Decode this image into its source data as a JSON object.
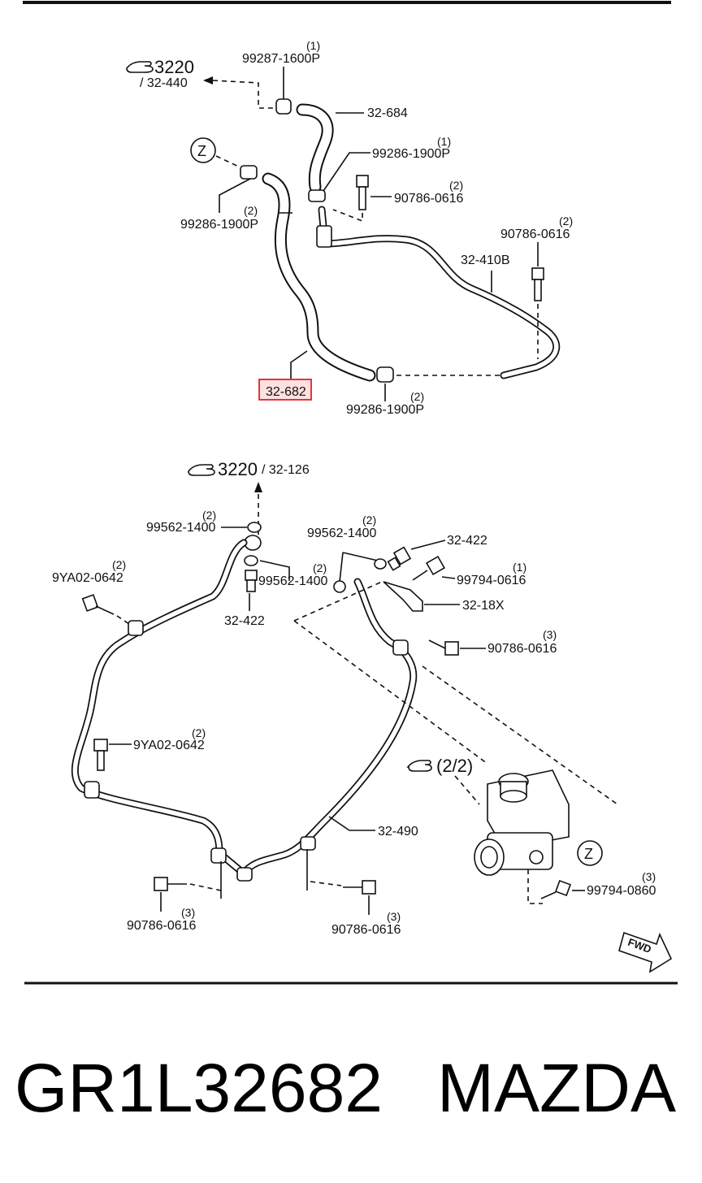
{
  "header_rule": true,
  "upper": {
    "ref_top": {
      "page": "3220",
      "part": "/ 32-440"
    },
    "part_32_684": "32-684",
    "clip_top": {
      "part": "99287-1600P",
      "qty": "(1)"
    },
    "clip_mid": {
      "part": "99286-1900P",
      "qty": "(1)"
    },
    "bolt_a": {
      "part": "90786-0616",
      "qty": "(2)"
    },
    "z_marker": "Z",
    "clip_left": {
      "part": "99286-1900P",
      "qty": "(2)"
    },
    "bolt_b": {
      "part": "90786-0616",
      "qty": "(2)"
    },
    "pipe_label": "32-410B",
    "highlight_label": "32-682",
    "clip_bottom": {
      "part": "99286-1900P",
      "qty": "(2)"
    }
  },
  "lower": {
    "ref_top": {
      "page": "3220",
      "part": "/ 32-126"
    },
    "washer_a": {
      "part": "99562-1400",
      "qty": "(2)"
    },
    "washer_b": {
      "part": "99562-1400",
      "qty": "(2)"
    },
    "bolt_32422_right": "32-422",
    "bolt_99794_top": {
      "part": "99794-0616",
      "qty": "(1)"
    },
    "bracket_label": "32-18X",
    "bolt_9ya_top": {
      "part": "9YA02-0642",
      "qty": "(2)"
    },
    "washer_c": {
      "part": "99562-1400",
      "qty": "(2)"
    },
    "bolt_32422_left": "32-422",
    "bolt_90786_right": {
      "part": "90786-0616",
      "qty": "(3)"
    },
    "bolt_9ya_mid": {
      "part": "9YA02-0642",
      "qty": "(2)"
    },
    "ref_22": "(2/2)",
    "pipe_32490": "32-490",
    "z_marker": "Z",
    "bolt_99794_bottom": {
      "part": "99794-0860",
      "qty": "(3)"
    },
    "bolt_90786_bl": {
      "part": "90786-0616",
      "qty": "(3)"
    },
    "bolt_90786_bc": {
      "part": "90786-0616",
      "qty": "(3)"
    },
    "fwd": "FWD"
  },
  "footer": {
    "part_number": "GR1L32682",
    "brand": "MAZDA"
  },
  "colors": {
    "highlight_border": "#e0202a",
    "highlight_fill": "#fde0e0",
    "ink": "#111111"
  }
}
